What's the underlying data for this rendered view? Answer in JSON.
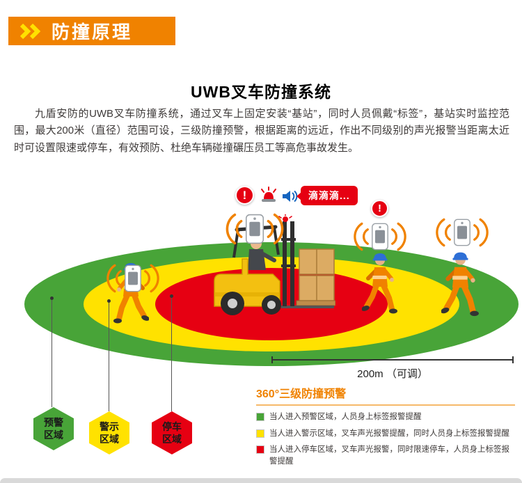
{
  "page": {
    "background": "#ffffff",
    "footer_strip_color": "#d9d9d9"
  },
  "header": {
    "banner_label": "防撞原理",
    "banner_bg": "#f08200",
    "chevron_color": "#ffe100"
  },
  "intro": {
    "title": "UWB叉车防撞系统",
    "paragraph": "九盾安防的UWB叉车防撞系统，通过叉车上固定安装“基站”，同时人员佩戴“标签”，基站实时监控范围，最大200米（直径）范围可设，三级防撞预警，根据距离的远近，作出不同级别的声光报警当距离太近时可设置限速或停车，有效预防、杜绝车辆碰撞碾压员工等高危事故发生。"
  },
  "diagram": {
    "alarm_bubble_text": "滴滴滴...",
    "alert_exclamation": "!",
    "range_label": "200m （可调）",
    "alarm_color": "#e60012",
    "signal_color": "#f08200",
    "zone_colors": {
      "outer": "#48a438",
      "middle": "#ffe200",
      "inner": "#e60012"
    },
    "zones": [
      {
        "line1": "预警",
        "line2": "区域",
        "color": "#48a438"
      },
      {
        "line1": "警示",
        "line2": "区域",
        "color": "#ffe200"
      },
      {
        "line1": "停车",
        "line2": "区域",
        "color": "#e60012"
      }
    ]
  },
  "legend": {
    "title": "360°三级防撞预警",
    "title_color": "#f08200",
    "items": [
      {
        "color": "#48a438",
        "text": "当人进入预警区域，人员身上标签报警提醒"
      },
      {
        "color": "#ffe200",
        "text": "当人进入警示区域，叉车声光报警提醒，同时人员身上标签报警提醒"
      },
      {
        "color": "#e60012",
        "text": "当人进入停车区域，叉车声光报警，同时限速停车，人员身上标签报警提醒"
      }
    ]
  }
}
